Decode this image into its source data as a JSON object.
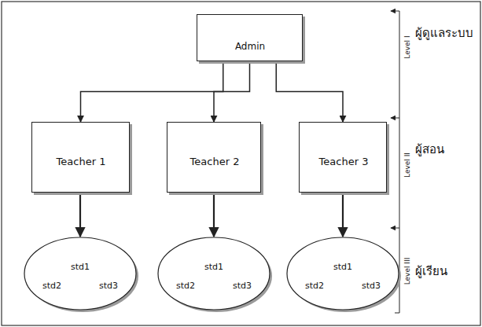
{
  "diagram": {
    "nodes": [
      {
        "text": [
          "Admin"
        ]
      },
      {
        "text": [
          "Teacher 1"
        ]
      },
      {
        "text": [
          "Teacher 2"
        ]
      },
      {
        "text": [
          "Teacher 3"
        ]
      },
      {
        "text": [
          "std1",
          "std2",
          "std3"
        ]
      },
      {
        "text": [
          "std1",
          "std2",
          "std3"
        ]
      },
      {
        "text": [
          "std1",
          "std2",
          "std3"
        ]
      }
    ],
    "edges": [
      {
        "from": 0,
        "to": 1,
        "arrow": "to"
      },
      {
        "from": 0,
        "to": 2,
        "arrow": "to"
      },
      {
        "from": 0,
        "to": 3,
        "arrow": "to"
      },
      {
        "from": 1,
        "to": 4,
        "arrow": "to"
      },
      {
        "from": 2,
        "to": 5,
        "arrow": "to"
      },
      {
        "from": 3,
        "to": 6,
        "arrow": "to"
      }
    ],
    "labels": [
      "Level I",
      "ผู้ดูแลระบบ",
      "Level II",
      "ผู้สอน",
      "Level III",
      "ผู้เรียน"
    ]
  }
}
